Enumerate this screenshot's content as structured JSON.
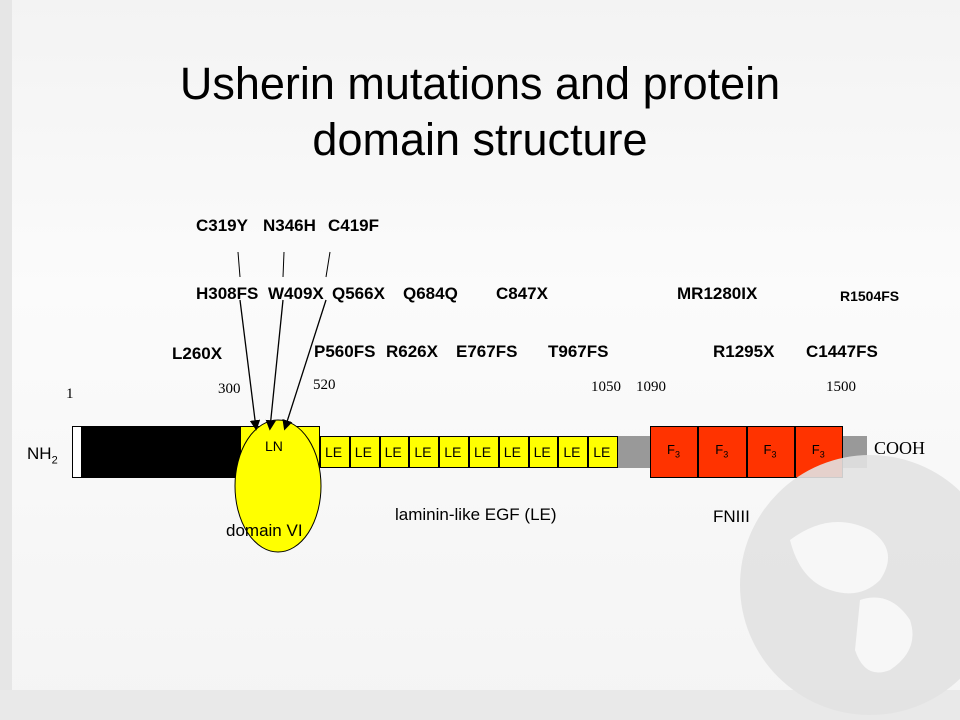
{
  "slide": {
    "title_line1": "Usherin mutations and protein",
    "title_line2": "domain structure"
  },
  "mutations": {
    "top_row": [
      "C319Y",
      "N346H",
      "C419F"
    ],
    "middle_row": [
      "H308FS",
      "W409X",
      "Q566X",
      "Q684Q",
      "C847X",
      "MR1280IX",
      "R1504FS"
    ],
    "bottom_row": [
      "L260X",
      "P560FS",
      "R626X",
      "E767FS",
      "T967FS",
      "R1295X",
      "C1447FS"
    ]
  },
  "positions": [
    "1",
    "300",
    "520",
    "1050",
    "1090",
    "1500"
  ],
  "protein": {
    "n_terminus": "NH",
    "n_terminus_sub": "2",
    "c_terminus": "COOH",
    "ln_label": "LN",
    "le_label": "LE",
    "le_count": 10,
    "fn_label": "F",
    "fn_sub": "3",
    "fn_count": 4,
    "colors": {
      "signal": "#000000",
      "ln": "#ffff00",
      "le": "#ffff00",
      "linker": "#999999",
      "fn3": "#ff3300",
      "tail": "#999999"
    }
  },
  "domains": {
    "domain_vi": "domain VI",
    "le_caption": "laminin-like EGF (LE)",
    "fn_caption": "FNIII"
  }
}
